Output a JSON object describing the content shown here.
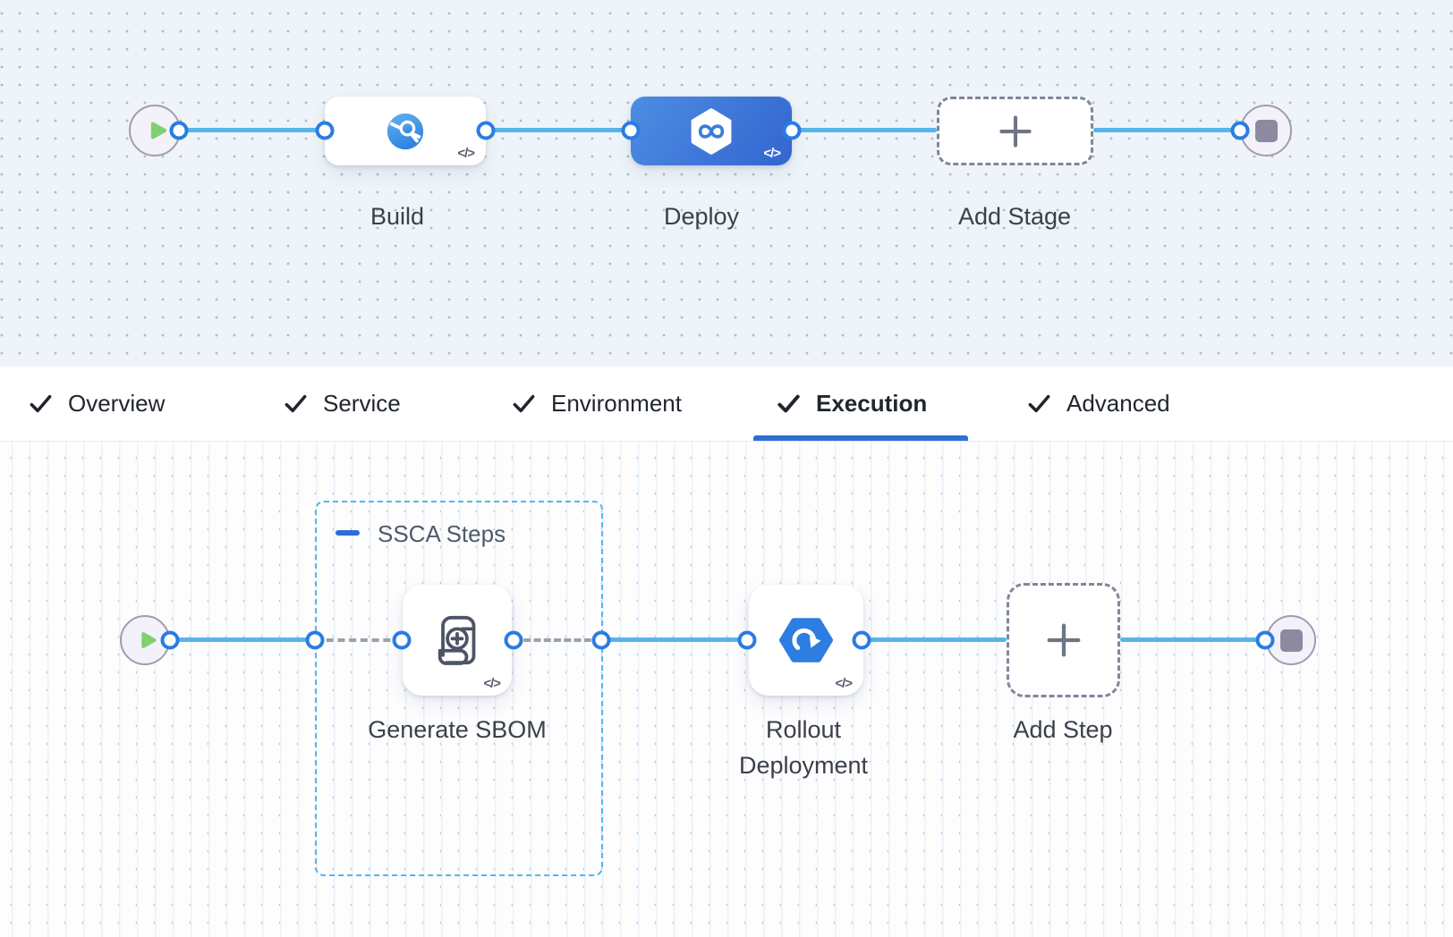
{
  "stage_canvas": {
    "nodes": [
      {
        "label": "Build",
        "icon": "ci-build-icon",
        "code_badge": "</>",
        "selected": false
      },
      {
        "label": "Deploy",
        "icon": "cd-deploy-icon",
        "code_badge": "</>",
        "selected": true
      },
      {
        "label": "Add Stage",
        "icon": "plus-icon"
      }
    ]
  },
  "tab_bar": {
    "tabs": [
      {
        "label": "Overview",
        "checked": true,
        "active": false
      },
      {
        "label": "Service",
        "checked": true,
        "active": false
      },
      {
        "label": "Environment",
        "checked": true,
        "active": false
      },
      {
        "label": "Execution",
        "checked": true,
        "active": true
      },
      {
        "label": "Advanced",
        "checked": true,
        "active": false
      }
    ]
  },
  "execution_canvas": {
    "step_group": {
      "label": "SSCA Steps",
      "collapsed": false
    },
    "steps": [
      {
        "label": "Generate SBOM",
        "icon": "sbom-scroll-icon",
        "code_badge": "</>"
      },
      {
        "label": "Rollout Deployment",
        "icon": "rollout-icon",
        "code_badge": "</>"
      },
      {
        "label": "Add Step",
        "icon": "plus-icon"
      }
    ]
  },
  "colors": {
    "connector_blue": "#56b5ea",
    "connector_dot_border": "#2a7ce1",
    "selected_stage_blue": "#3c7edb",
    "active_tab_underline": "#2e6fd6",
    "step_group_border": "#55b6ee",
    "top_canvas_background": "#eef4f9",
    "start_play_green": "#7fd170"
  }
}
